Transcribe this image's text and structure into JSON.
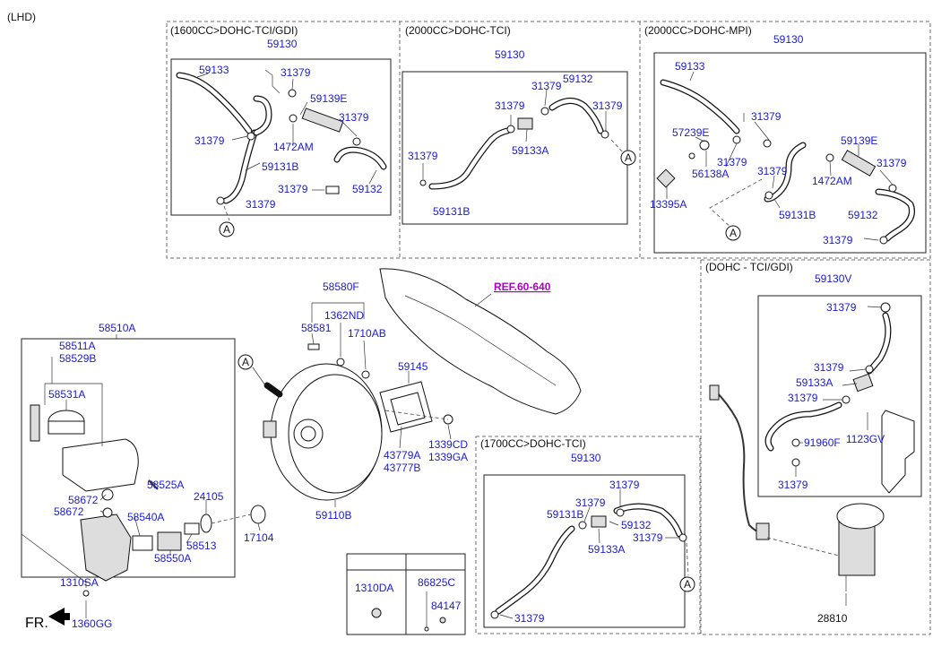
{
  "header": {
    "lhd": "(LHD)"
  },
  "sec1": {
    "title": "(1600CC>DOHC-TCI/GDI)",
    "labels": {
      "top": "59130",
      "hose_upper": "59133",
      "clip_a": "31379",
      "valve": "59139E",
      "clip_b": "31379",
      "clip_c": "31379",
      "bolt": "1472AM",
      "hose_lower": "59131B",
      "clip_d": "31379",
      "hose_right": "59132",
      "clip_e": "31379"
    },
    "ref": "A"
  },
  "sec2": {
    "title": "(2000CC>DOHC-TCI)",
    "labels": {
      "top": "59130",
      "clip_a": "31379",
      "hose_right": "59132",
      "clip_b": "31379",
      "clip_c": "31379",
      "valve": "59133A",
      "clip_d": "31379",
      "hose_lower": "59131B"
    },
    "ref": "A"
  },
  "sec3": {
    "title": "(2000CC>DOHC-MPI)",
    "labels": {
      "top": "59130",
      "hose_upper": "59133",
      "clip_a": "31379",
      "grommet": "57239E",
      "clip_b": "31379",
      "valve": "59139E",
      "spacer": "56138A",
      "clip_c": "31379",
      "clip_d": "31379",
      "bracket": "13395A",
      "bolt": "1472AM",
      "hose_lower": "59131B",
      "hose_right": "59132",
      "clip_e": "31379"
    },
    "ref": "A"
  },
  "sec4": {
    "title": "(DOHC - TCI/GDI)",
    "labels": {
      "top": "59130V",
      "clip_a": "31379",
      "clip_b": "31379",
      "valve": "59133A",
      "clip_c": "31379",
      "bolt_a": "91960F",
      "bolt_b": "1123GV",
      "clip_d": "31379",
      "pump": "28810"
    }
  },
  "sec5": {
    "title": "(1700CC>DOHC-TCI)",
    "labels": {
      "top": "59130",
      "clip_a": "31379",
      "clip_b": "31379",
      "hose_lower": "59131B",
      "hose_right": "59132",
      "clip_c": "31379",
      "valve": "59133A",
      "clip_d": "31379"
    },
    "ref": "A"
  },
  "master": {
    "labels": {
      "group": "58510A",
      "cylinder": "58511A",
      "kit": "58529B",
      "reservoir": "58531A",
      "pin": "58525A",
      "seal_a": "58672",
      "seal_b": "58672",
      "grommet": "58540A",
      "oring": "24105",
      "pipe": "58513",
      "rod": "58550A",
      "bolt": "1310SA",
      "nut": "1360GG"
    },
    "fr": "FR."
  },
  "booster": {
    "labels": {
      "group": "58580F",
      "nut": "1362ND",
      "bolt": "58581",
      "washer": "1710AB",
      "gasket": "59145",
      "pin_a": "43779A",
      "pin_b": "43777B",
      "nut_a": "1339CD",
      "nut_b": "1339GA",
      "booster": "59110B",
      "oring": "17104"
    },
    "ref_link": "REF.60-640",
    "ref": "A"
  },
  "table": {
    "col1": "1310DA",
    "col2": "86825C",
    "col2_sub": "84147"
  }
}
